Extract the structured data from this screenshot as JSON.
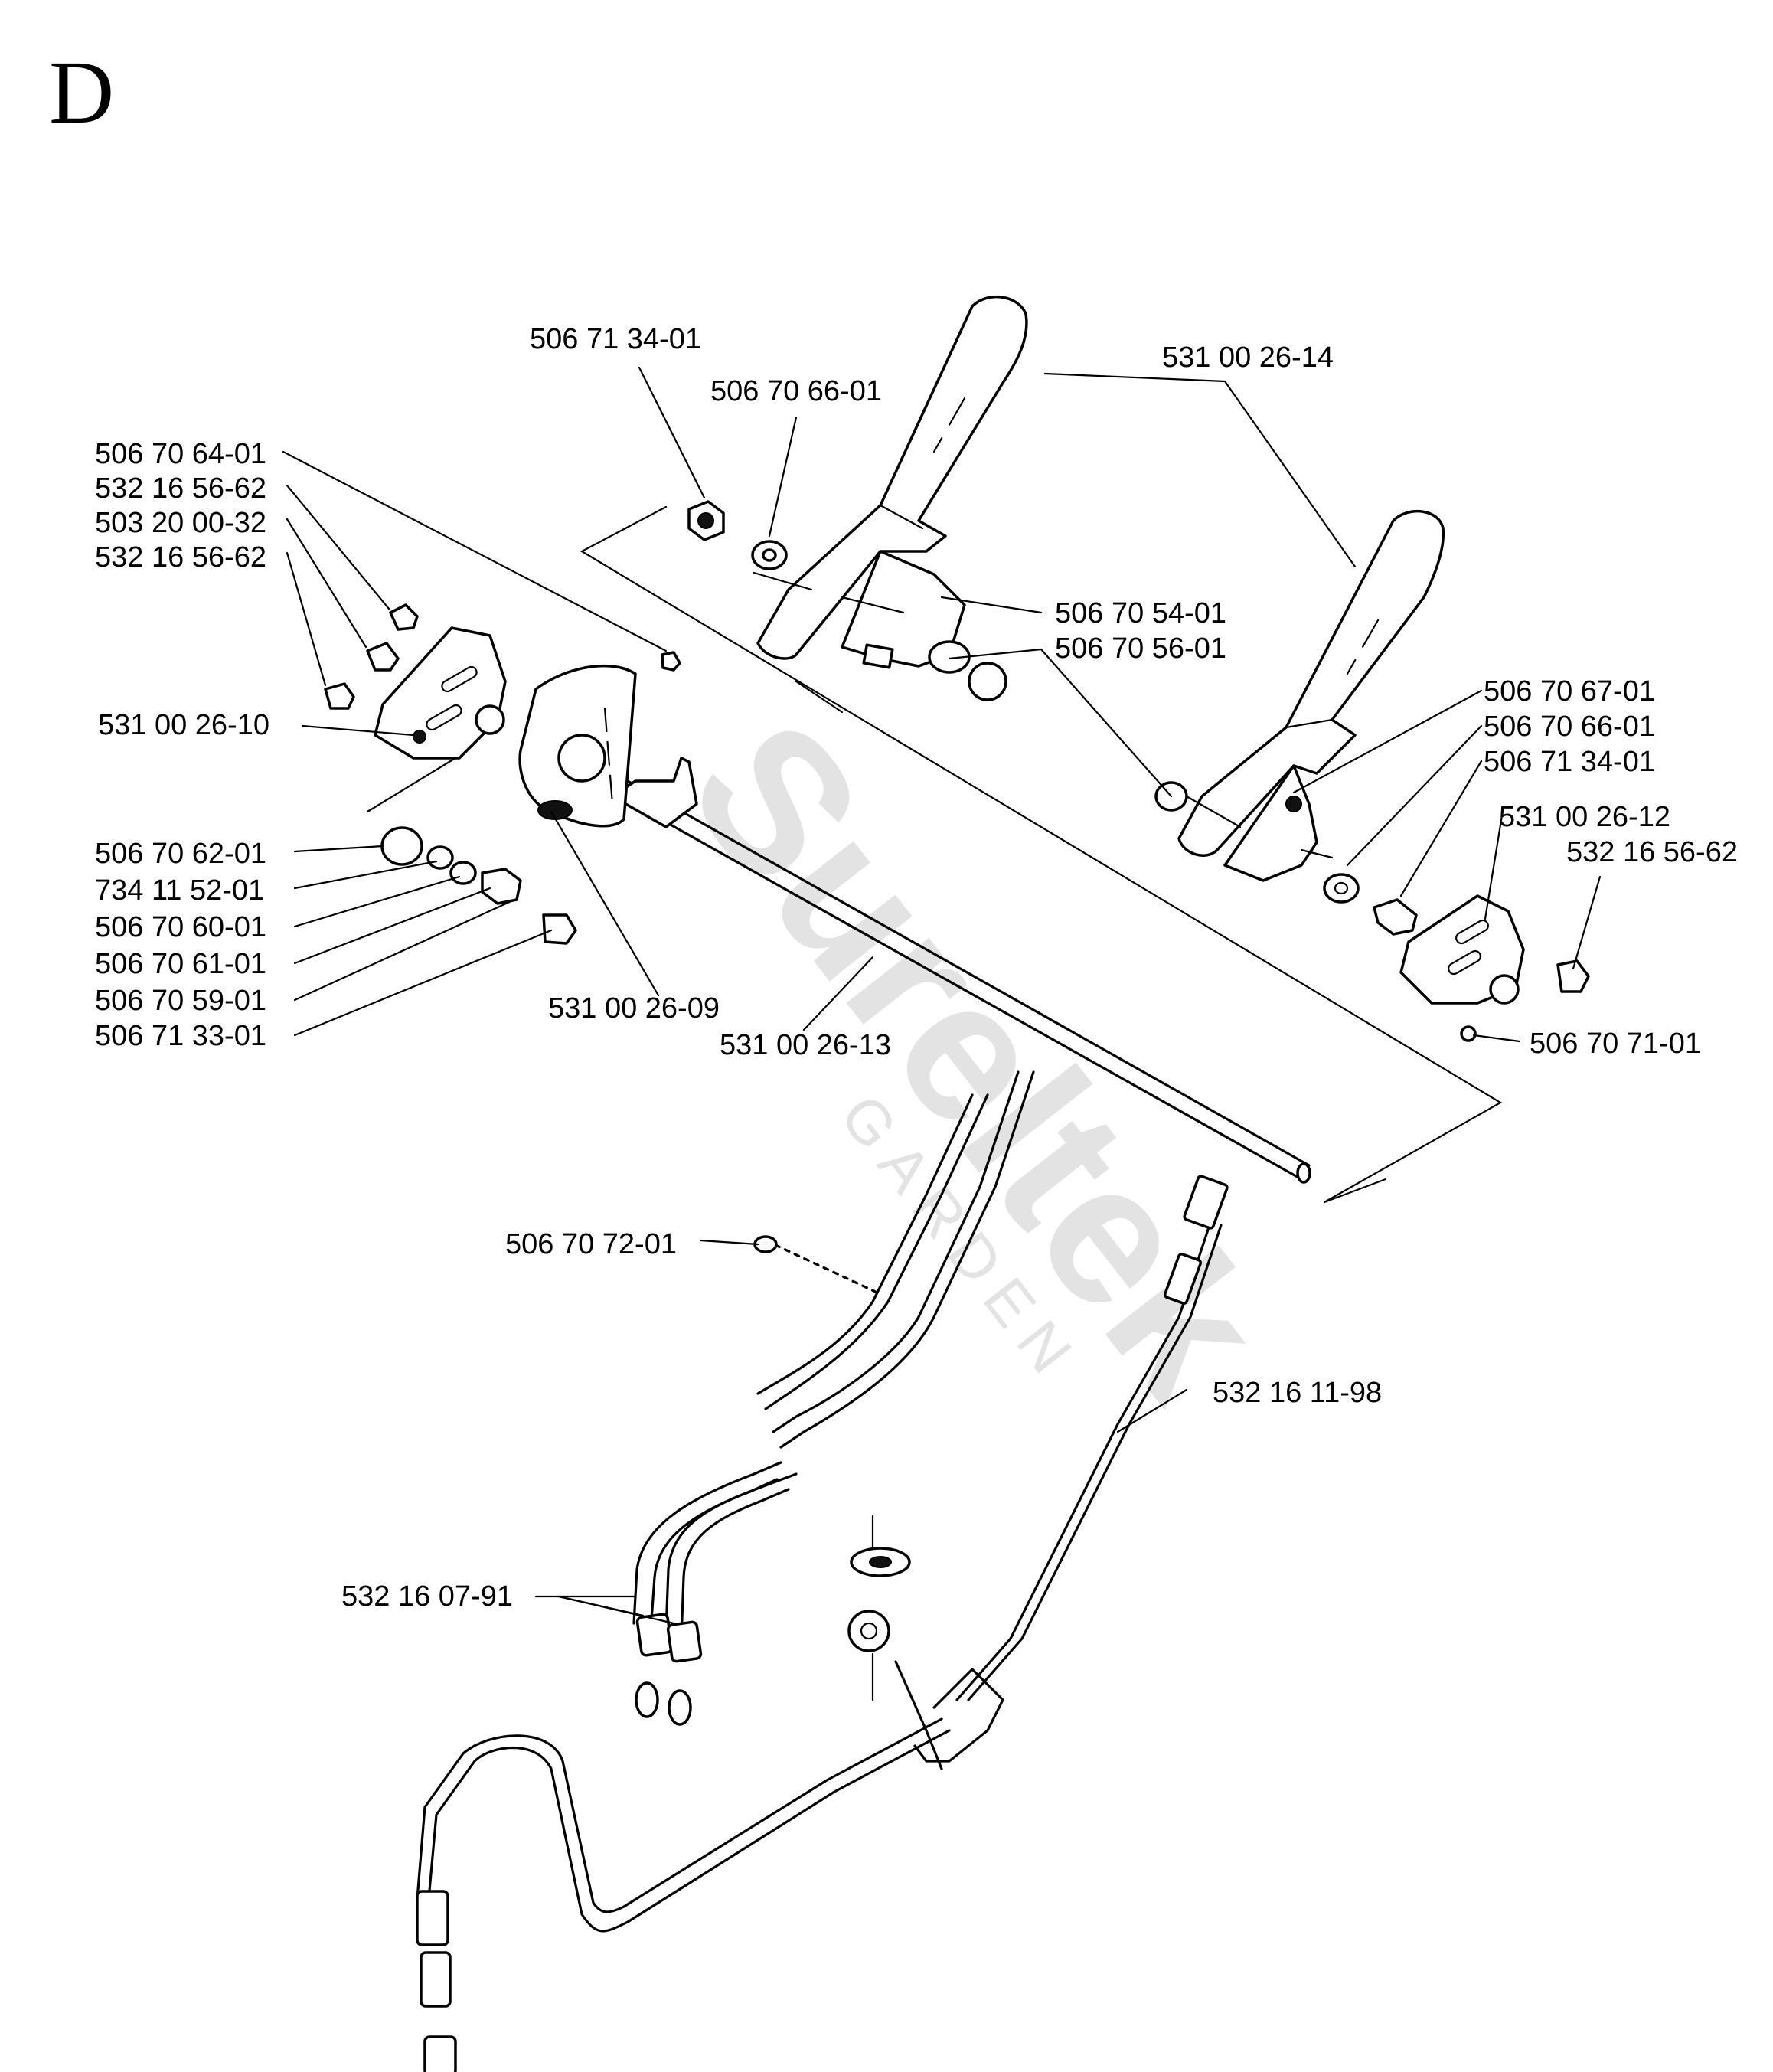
{
  "section": "D",
  "watermark": {
    "brand": "Sureltek",
    "sub": "GARDEN",
    "color": "#d9d9d9"
  },
  "labels": {
    "p_506713401_top": "506 71 34-01",
    "p_506706601_top": "506 70 66-01",
    "p_531002614": "531 00 26-14",
    "p_506706401": "506 70 64-01",
    "p_532165662_a": "532 16 56-62",
    "p_503200032": "503 20 00-32",
    "p_532165662_b": "532 16 56-62",
    "p_506705401": "506 70 54-01",
    "p_506705601": "506 70 56-01",
    "p_531002610": "531 00 26-10",
    "p_506706701": "506 70 67-01",
    "p_506706601_r": "506 70 66-01",
    "p_506713401_r": "506 71 34-01",
    "p_531002612": "531 00 26-12",
    "p_532165662_r": "532 16 56-62",
    "p_506706201": "506 70 62-01",
    "p_734115201": "734 11 52-01",
    "p_506706001": "506 70 60-01",
    "p_506706101": "506 70 61-01",
    "p_506705901": "506 70 59-01",
    "p_506713301": "506 71 33-01",
    "p_531002609": "531 00 26-09",
    "p_531002613": "531 00 26-13",
    "p_506707101": "506 70 71-01",
    "p_506707201": "506 70 72-01",
    "p_532161198": "532 16 11-98",
    "p_532160791": "532 16 07-91"
  }
}
